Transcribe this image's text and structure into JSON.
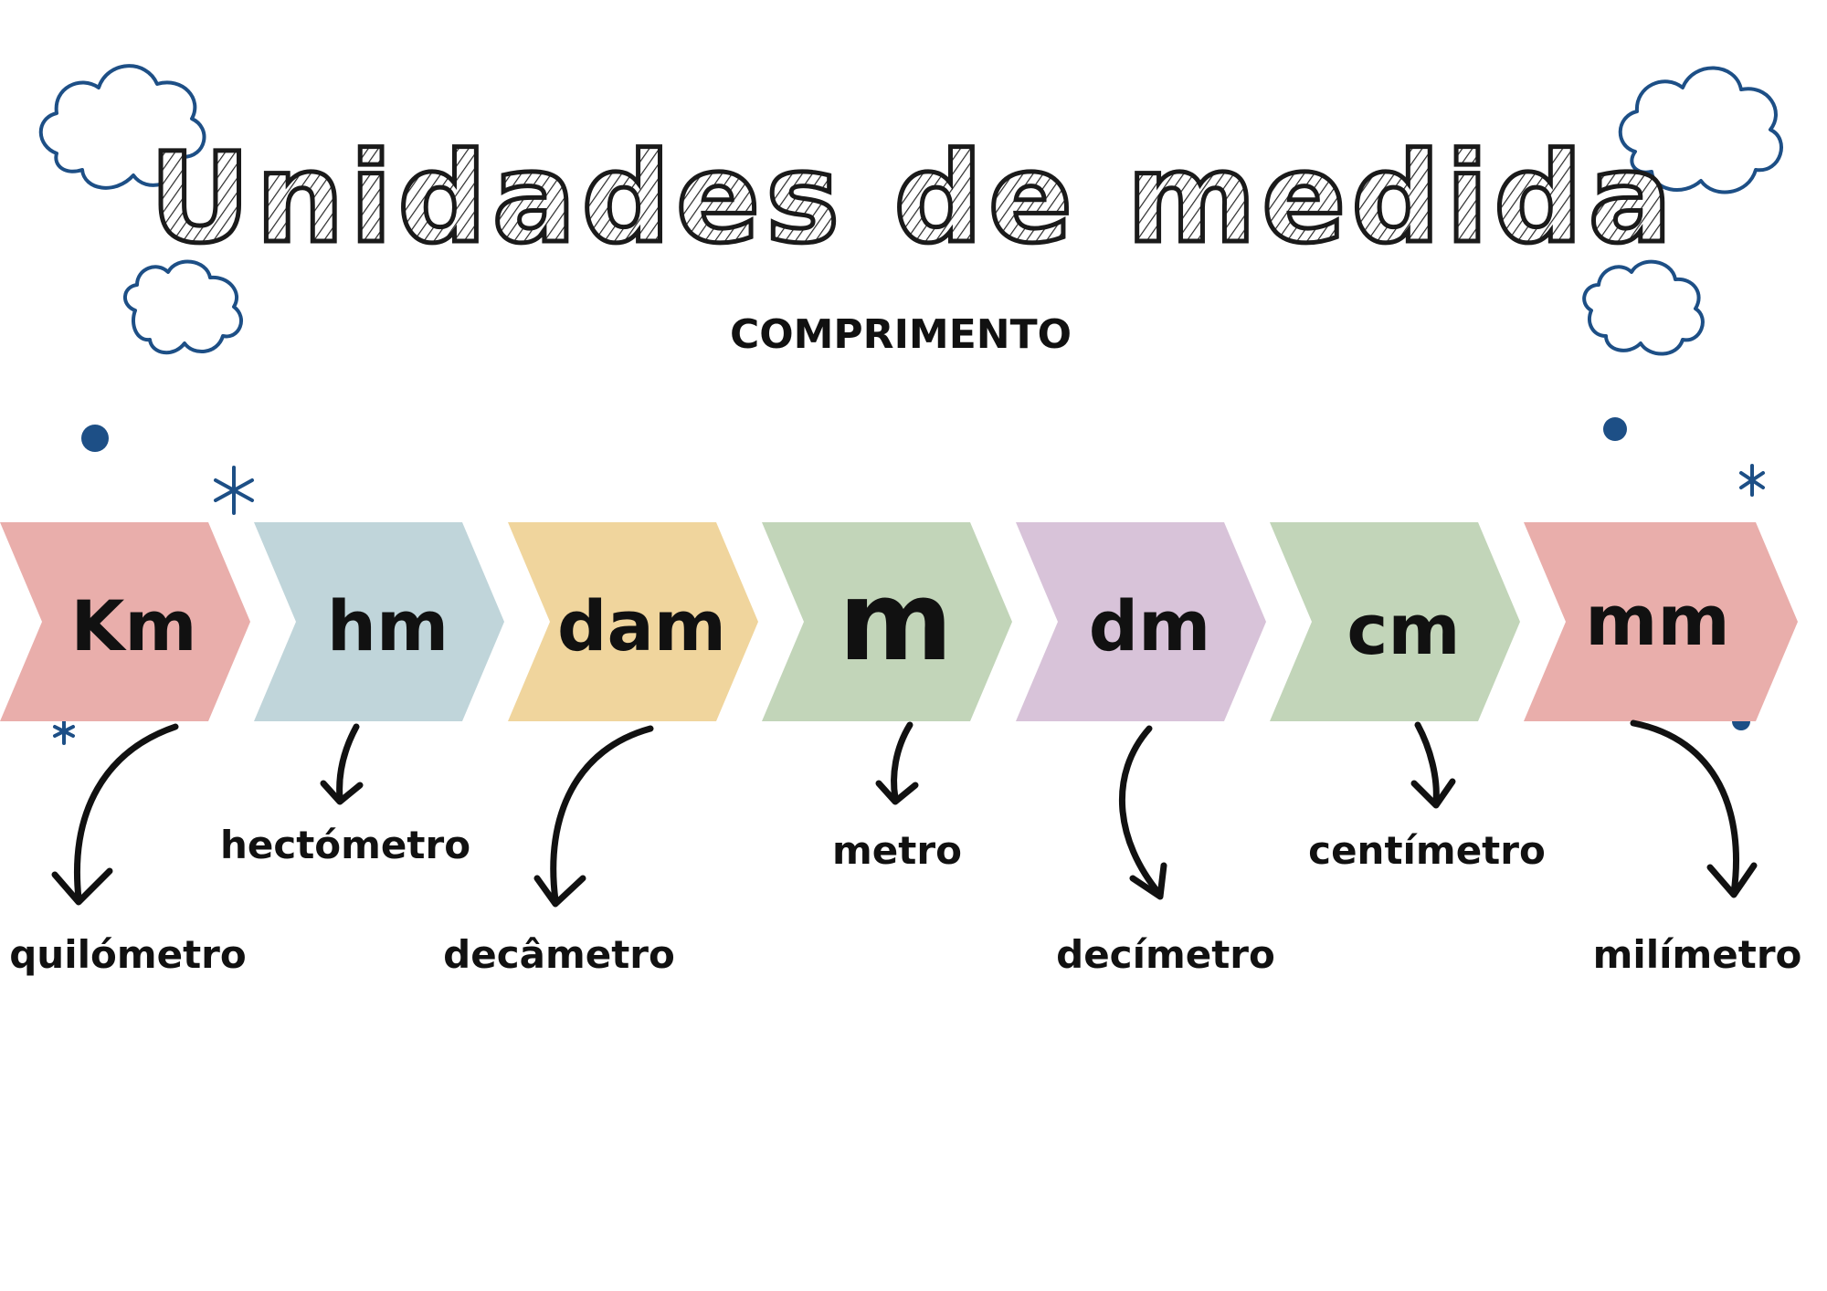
{
  "title": "Unidades de medida",
  "subtitle": "COMPRIMENTO",
  "colors": {
    "pink": "#e9aeab",
    "blue_gray": "#c0d5da",
    "sand": "#f0d59d",
    "sage": "#c2d5b9",
    "lilac": "#d8c3d9",
    "decor_blue": "#1d4f86",
    "ink": "#111111"
  },
  "units": [
    {
      "abbr": "Km",
      "name": "quilómetro",
      "color": "#e9aeab"
    },
    {
      "abbr": "hm",
      "name": "hectómetro",
      "color": "#c0d5da"
    },
    {
      "abbr": "dam",
      "name": "decâmetro",
      "color": "#f0d59d"
    },
    {
      "abbr": "m",
      "name": "metro",
      "color": "#c2d5b9"
    },
    {
      "abbr": "dm",
      "name": "decímetro",
      "color": "#d8c3d9"
    },
    {
      "abbr": "cm",
      "name": "centímetro",
      "color": "#c2d5b9"
    },
    {
      "abbr": "mm",
      "name": "milímetro",
      "color": "#e9aeab"
    }
  ],
  "decorations": [
    "cloud-icon",
    "cloud-icon",
    "cloud-icon",
    "cloud-icon",
    "dot",
    "dot",
    "star-icon",
    "star-icon",
    "star-icon"
  ]
}
